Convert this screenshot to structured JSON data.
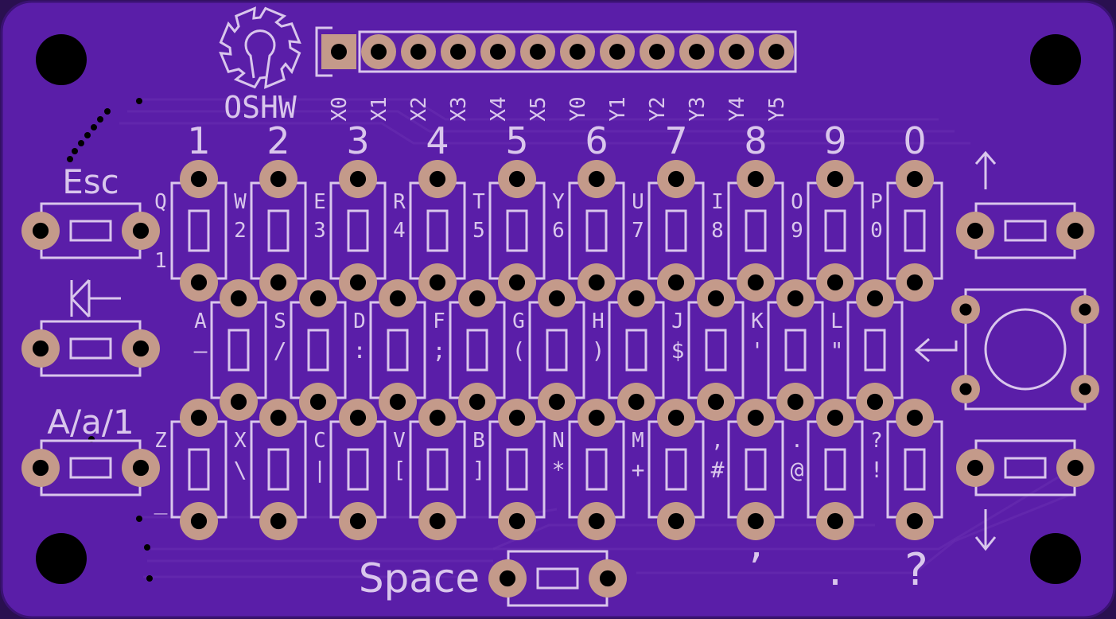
{
  "colors": {
    "board": "#5a1ea8",
    "board_edge": "#3a1273",
    "silkscreen": "#d9c6ec",
    "pad": "#c49a8a",
    "drill": "#000000",
    "trace": "#6a2fb0"
  },
  "logo": {
    "label": "OSHW",
    "icon": "gear-keyhole-icon"
  },
  "header_pins": [
    "X0",
    "X1",
    "X2",
    "X3",
    "X4",
    "X5",
    "Y0",
    "Y1",
    "Y2",
    "Y3",
    "Y4",
    "Y5"
  ],
  "number_row": [
    "1",
    "2",
    "3",
    "4",
    "5",
    "6",
    "7",
    "8",
    "9",
    "0"
  ],
  "row_q": [
    {
      "main": "Q",
      "alt": "1"
    },
    {
      "main": "W",
      "alt": "2"
    },
    {
      "main": "E",
      "alt": "3"
    },
    {
      "main": "R",
      "alt": "4"
    },
    {
      "main": "T",
      "alt": "5"
    },
    {
      "main": "Y",
      "alt": "6"
    },
    {
      "main": "U",
      "alt": "7"
    },
    {
      "main": "I",
      "alt": "8"
    },
    {
      "main": "O",
      "alt": "9"
    },
    {
      "main": "P",
      "alt": "0"
    }
  ],
  "row_a": [
    {
      "main": "A",
      "alt": "–"
    },
    {
      "main": "S",
      "alt": "/"
    },
    {
      "main": "D",
      "alt": ":"
    },
    {
      "main": "F",
      "alt": ";"
    },
    {
      "main": "G",
      "alt": "("
    },
    {
      "main": "H",
      "alt": ")"
    },
    {
      "main": "J",
      "alt": "$"
    },
    {
      "main": "K",
      "alt": "'"
    },
    {
      "main": "L",
      "alt": "\""
    }
  ],
  "row_z": [
    {
      "main": "Z",
      "alt": "_"
    },
    {
      "main": "X",
      "alt": "\\"
    },
    {
      "main": "C",
      "alt": "|"
    },
    {
      "main": "V",
      "alt": "["
    },
    {
      "main": "B",
      "alt": "]"
    },
    {
      "main": "N",
      "alt": "*"
    },
    {
      "main": "M",
      "alt": "+"
    },
    {
      "main": ",",
      "alt": "#"
    },
    {
      "main": ".",
      "alt": "@"
    },
    {
      "main": "?",
      "alt": "!"
    }
  ],
  "left_keys": {
    "esc": "Esc",
    "backspace_icon": "backspace-icon",
    "shift": "A/a/1"
  },
  "right_keys": {
    "up_icon": "arrow-up-icon",
    "enter_icon": "enter-arrow-icon",
    "down_icon": "arrow-down-icon"
  },
  "space_label": "Space",
  "bottom_punct": [
    "’",
    ".",
    "?"
  ]
}
